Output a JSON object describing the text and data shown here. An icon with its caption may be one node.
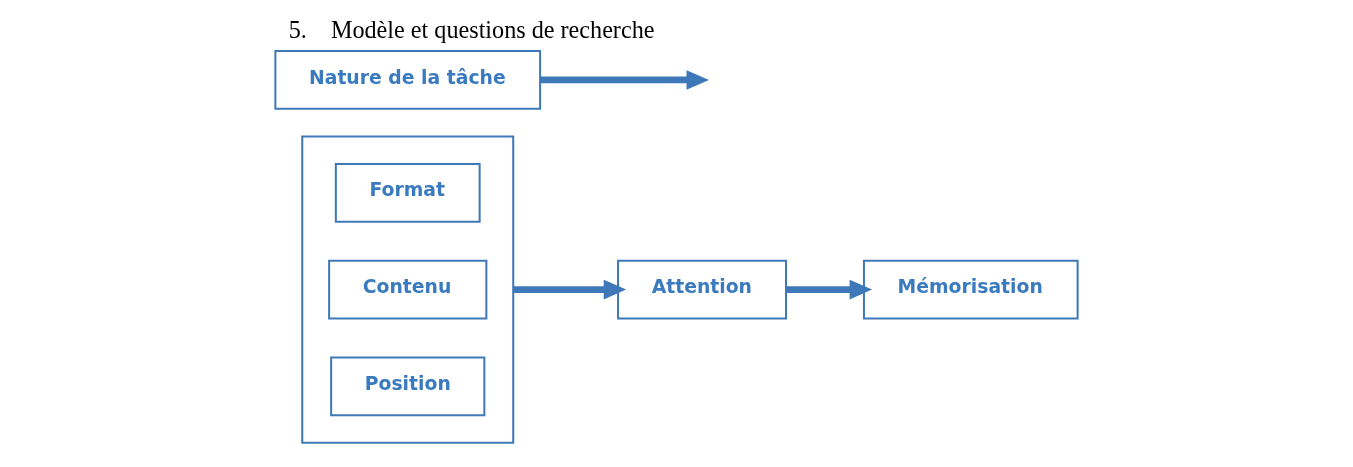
{
  "diagram": {
    "title": "5.\tModèle et questions de recherche",
    "nodes": [
      {
        "text": [],
        "shape": "box"
      },
      {
        "text": [
          "Format"
        ],
        "in": 0
      },
      {
        "text": [
          "Contenu"
        ],
        "in": 0
      },
      {
        "text": [
          "Position"
        ],
        "in": 0
      },
      {
        "text": [
          "Attention"
        ]
      },
      {
        "text": [
          "Mémorisation"
        ]
      },
      {
        "text": [
          "Nature de la tâche"
        ]
      }
    ],
    "edges": [
      {
        "from": 0,
        "to": 4,
        "arrow": "to"
      },
      {
        "from": 6,
        "to": null,
        "arrow": "to"
      },
      {
        "from": 4,
        "to": 5,
        "arrow": "to"
      }
    ]
  }
}
